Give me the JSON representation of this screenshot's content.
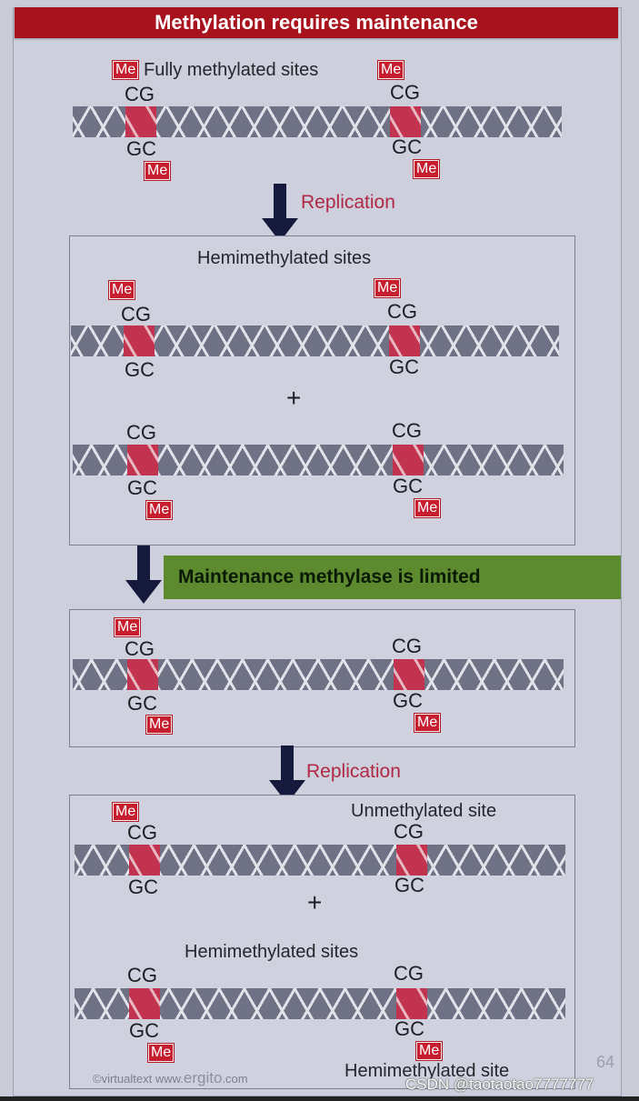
{
  "title": "Methylation requires maintenance",
  "labels": {
    "fully_methylated": "Fully methylated sites",
    "replication": "Replication",
    "hemimethylated_sites": "Hemimethylated sites",
    "maintenance": "Maintenance methylase is limited",
    "unmethylated_site": "Unmethylated site",
    "hemimethylated_site": "Hemimethylated site"
  },
  "tokens": {
    "me": "Me",
    "cg": "CG",
    "gc": "GC",
    "plus": "+"
  },
  "footer": {
    "credit": "©virtualtext",
    "www": "www.",
    "brand": "ergito",
    "com": ".com"
  },
  "page_number": "64",
  "watermark": "CSDN @taotaotao7777777",
  "colors": {
    "title_bar": "#a8121d",
    "maintenance_bar": "#5d8a2e",
    "replication_text": "#b02845",
    "me_box": "#c61e2e"
  }
}
